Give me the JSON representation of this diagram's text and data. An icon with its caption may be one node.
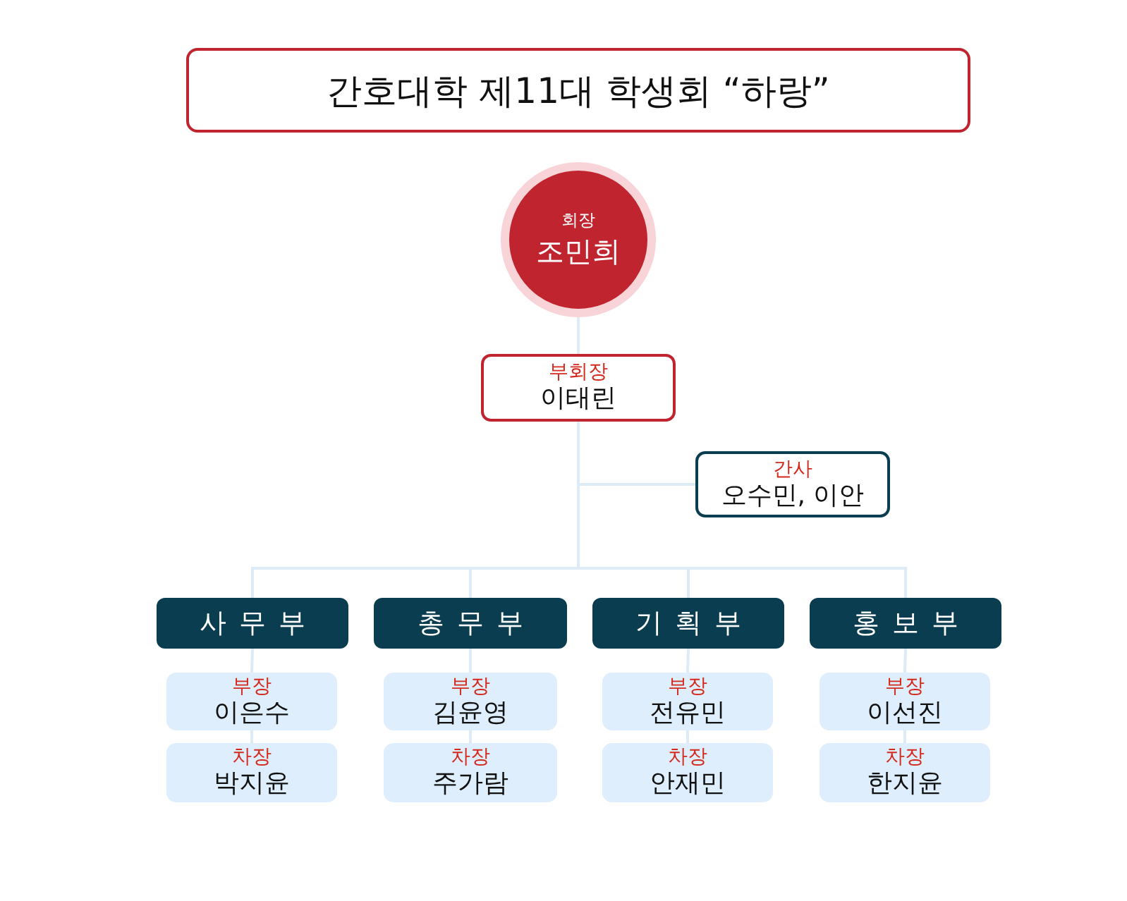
{
  "diagram": {
    "title": "간호대학 제11대 학생회 “하랑”",
    "nodes": [
      {
        "text": [
          "회장",
          "조민희"
        ]
      },
      {
        "text": [
          "부회장",
          "이태린"
        ]
      },
      {
        "text": [
          "간사",
          "오수민, 이안"
        ]
      },
      {
        "text": [
          "사무부"
        ]
      },
      {
        "text": [
          "총무부"
        ]
      },
      {
        "text": [
          "기획부"
        ]
      },
      {
        "text": [
          "홍보부"
        ]
      },
      {
        "text": [
          "부장",
          "이은수"
        ]
      },
      {
        "text": [
          "차장",
          "박지윤"
        ]
      },
      {
        "text": [
          "부장",
          "김윤영"
        ]
      },
      {
        "text": [
          "차장",
          "주가람"
        ]
      },
      {
        "text": [
          "부장",
          "전유민"
        ]
      },
      {
        "text": [
          "차장",
          "안재민"
        ]
      },
      {
        "text": [
          "부장",
          "이선진"
        ]
      },
      {
        "text": [
          "차장",
          "한지윤"
        ]
      }
    ],
    "edges": [
      {
        "from": 0,
        "to": 1,
        "arrow": "none"
      },
      {
        "from": 1,
        "to": 2,
        "arrow": "none"
      },
      {
        "from": 1,
        "to": 3,
        "arrow": "none"
      },
      {
        "from": 1,
        "to": 4,
        "arrow": "none"
      },
      {
        "from": 1,
        "to": 5,
        "arrow": "none"
      },
      {
        "from": 1,
        "to": 6,
        "arrow": "none"
      },
      {
        "from": 3,
        "to": 7,
        "arrow": "none"
      },
      {
        "from": 7,
        "to": 8,
        "arrow": "none"
      },
      {
        "from": 4,
        "to": 9,
        "arrow": "none"
      },
      {
        "from": 9,
        "to": 10,
        "arrow": "none"
      },
      {
        "from": 5,
        "to": 11,
        "arrow": "none"
      },
      {
        "from": 11,
        "to": 12,
        "arrow": "none"
      },
      {
        "from": 6,
        "to": 13,
        "arrow": "none"
      },
      {
        "from": 13,
        "to": 14,
        "arrow": "none"
      }
    ]
  }
}
